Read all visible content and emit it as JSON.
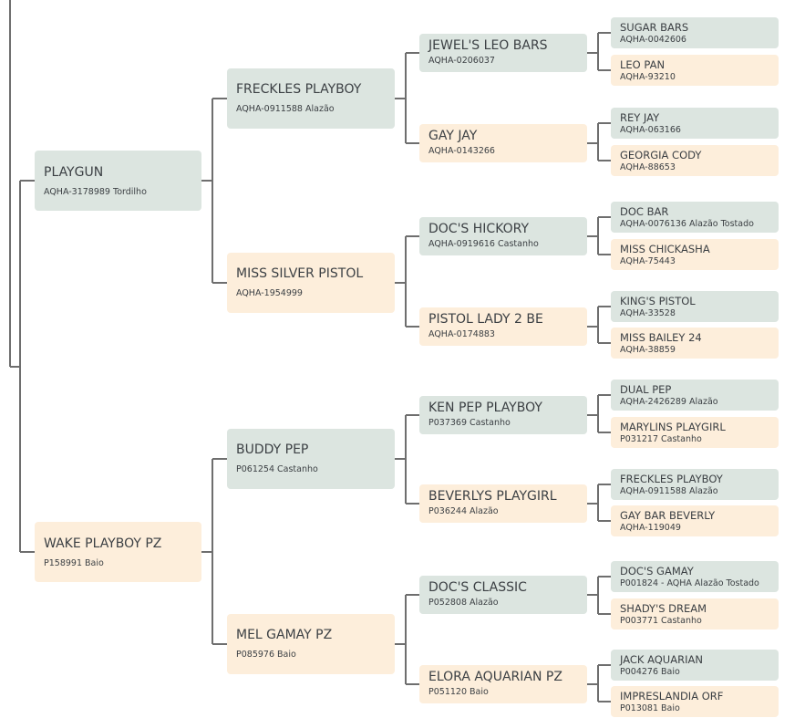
{
  "colors": {
    "sire": "#dce5e0",
    "dam": "#fdeedb",
    "line": "#6e6e6e",
    "text": "#3c4044"
  },
  "pedigree": {
    "sire": {
      "name": "PLAYGUN",
      "reg": "AQHA-3178989 Tordilho",
      "sire": {
        "name": "FRECKLES PLAYBOY",
        "reg": "AQHA-0911588 Alazão",
        "sire": {
          "name": "JEWEL'S LEO BARS",
          "reg": "AQHA-0206037",
          "sire": {
            "name": "SUGAR BARS",
            "reg": "AQHA-0042606"
          },
          "dam": {
            "name": "LEO PAN",
            "reg": "AQHA-93210"
          }
        },
        "dam": {
          "name": "GAY JAY",
          "reg": "AQHA-0143266",
          "sire": {
            "name": "REY JAY",
            "reg": "AQHA-063166"
          },
          "dam": {
            "name": "GEORGIA CODY",
            "reg": "AQHA-88653"
          }
        }
      },
      "dam": {
        "name": "MISS SILVER PISTOL",
        "reg": "AQHA-1954999",
        "sire": {
          "name": "DOC'S HICKORY",
          "reg": "AQHA-0919616 Castanho",
          "sire": {
            "name": "DOC BAR",
            "reg": "AQHA-0076136 Alazão Tostado"
          },
          "dam": {
            "name": "MISS CHICKASHA",
            "reg": "AQHA-75443"
          }
        },
        "dam": {
          "name": "PISTOL LADY 2 BE",
          "reg": "AQHA-0174883",
          "sire": {
            "name": "KING'S PISTOL",
            "reg": "AQHA-33528"
          },
          "dam": {
            "name": "MISS BAILEY 24",
            "reg": "AQHA-38859"
          }
        }
      }
    },
    "dam": {
      "name": "WAKE PLAYBOY PZ",
      "reg": "P158991 Baio",
      "sire": {
        "name": "BUDDY PEP",
        "reg": "P061254 Castanho",
        "sire": {
          "name": "KEN PEP PLAYBOY",
          "reg": "P037369 Castanho",
          "sire": {
            "name": "DUAL PEP",
            "reg": "AQHA-2426289 Alazão"
          },
          "dam": {
            "name": "MARYLINS PLAYGIRL",
            "reg": "P031217 Castanho"
          }
        },
        "dam": {
          "name": "BEVERLYS PLAYGIRL",
          "reg": "P036244 Alazão",
          "sire": {
            "name": "FRECKLES PLAYBOY",
            "reg": "AQHA-0911588 Alazão"
          },
          "dam": {
            "name": "GAY BAR BEVERLY",
            "reg": "AQHA-119049"
          }
        }
      },
      "dam": {
        "name": "MEL GAMAY PZ",
        "reg": "P085976 Baio",
        "sire": {
          "name": "DOC'S CLASSIC",
          "reg": "P052808 Alazão",
          "sire": {
            "name": "DOC'S GAMAY",
            "reg": "P001824 - AQHA Alazão Tostado"
          },
          "dam": {
            "name": "SHADY'S DREAM",
            "reg": "P003771 Castanho"
          }
        },
        "dam": {
          "name": "ELORA AQUARIAN PZ",
          "reg": "P051120 Baio",
          "sire": {
            "name": "JACK AQUARIAN",
            "reg": "P004276 Baio"
          },
          "dam": {
            "name": "IMPRESLANDIA ORF",
            "reg": "P013081 Baio"
          }
        }
      }
    }
  }
}
